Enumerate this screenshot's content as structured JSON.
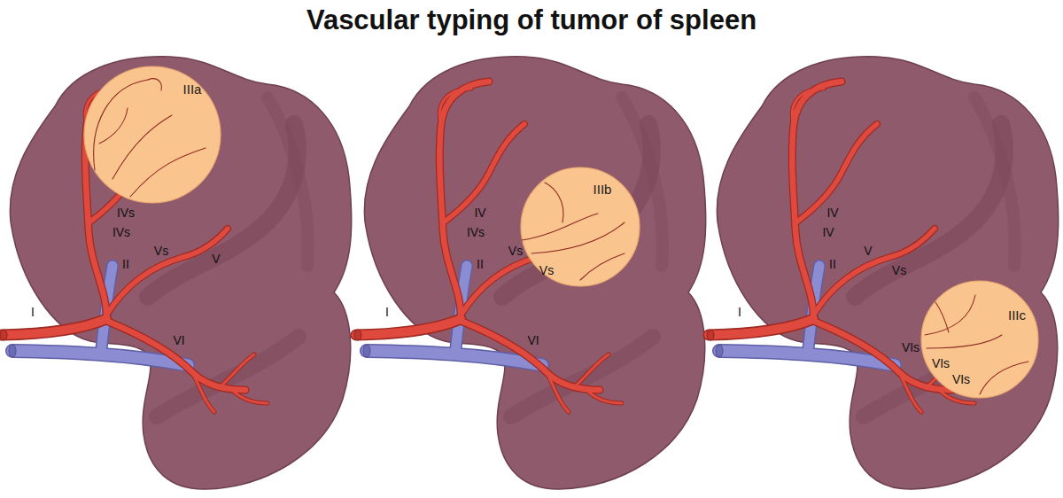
{
  "diagram": {
    "title": "Vascular typing of tumor of spleen",
    "nodes": [
      {
        "text": [
          "IIIa"
        ]
      },
      {
        "text": [
          "IIIb"
        ]
      },
      {
        "text": [
          "IIIc"
        ]
      }
    ],
    "labels": [
      "IVs",
      "IVs",
      "Vs",
      "V",
      "II",
      "I",
      "VI",
      "IV",
      "IVs",
      "Vs",
      "Vs",
      "II",
      "I",
      "VI",
      "IV",
      "IV",
      "II",
      "V",
      "Vs",
      "I",
      "VIs",
      "VIs",
      "VIs"
    ]
  }
}
